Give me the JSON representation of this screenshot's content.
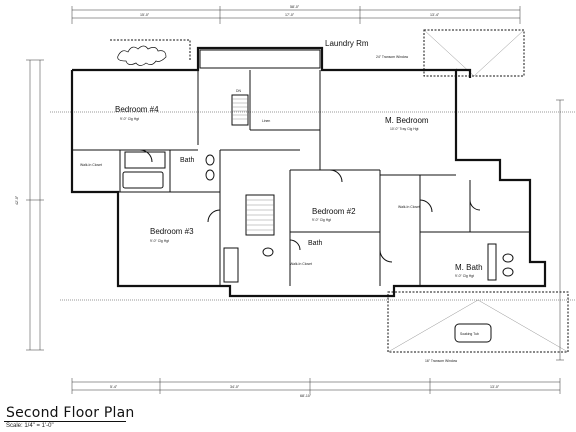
{
  "title": "Second Floor Plan",
  "scale": "Scale: 1/4\" = 1'-0\"",
  "rooms": {
    "laundry": "Laundry Rm",
    "bedroom4": "Bedroom #4",
    "bedroom3": "Bedroom #3",
    "bedroom2": "Bedroom #2",
    "master_bedroom": "M. Bedroom",
    "bath_a": "Bath",
    "bath_b": "Bath",
    "master_bath": "M. Bath",
    "walkin_a": "Walk-In Closet",
    "walkin_b": "Walk-In Closet",
    "walkin_c": "Walk-In Closet",
    "linen": "Linen"
  },
  "notes": {
    "b4_ceiling": "9'-0\" Clg Hgt",
    "b3_ceiling": "9'-0\" Clg Hgt",
    "b2_ceiling": "9'-0\" Clg Hgt",
    "mb_ceiling": "10'-0\" Tray Clg Hgt",
    "mbath_ceiling": "9'-0\" Clg Hgt",
    "dn": "DN",
    "soaking_tub": "Soaking Tub",
    "window_note": "24\" Transom Window",
    "trans_window": "16\" Transom Window"
  },
  "dimensions": {
    "top_total": "58'-0\"",
    "bottom_total": "68'-10\"",
    "left_total": "42'-0\"",
    "d1": "15'-0\"",
    "d2": "17'-0\"",
    "d3": "13'-4\"",
    "d4": "34'-0\"",
    "d5": "5'-4\"",
    "d6": "13'-0\""
  }
}
